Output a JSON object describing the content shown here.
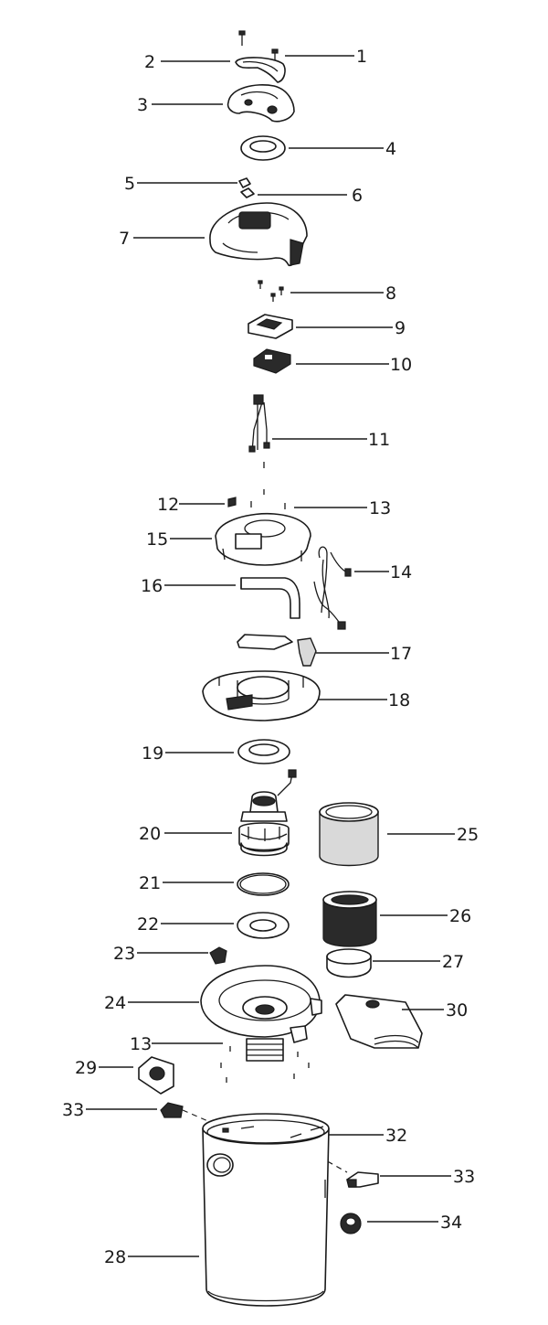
{
  "callouts": [
    {
      "id": "1",
      "text": "1"
    },
    {
      "id": "2",
      "text": "2"
    },
    {
      "id": "3",
      "text": "3"
    },
    {
      "id": "4",
      "text": "4"
    },
    {
      "id": "5",
      "text": "5"
    },
    {
      "id": "6",
      "text": "6"
    },
    {
      "id": "7",
      "text": "7"
    },
    {
      "id": "8",
      "text": "8"
    },
    {
      "id": "9",
      "text": "9"
    },
    {
      "id": "10",
      "text": "10"
    },
    {
      "id": "11",
      "text": "11"
    },
    {
      "id": "12",
      "text": "12"
    },
    {
      "id": "13a",
      "text": "13"
    },
    {
      "id": "14",
      "text": "14"
    },
    {
      "id": "15",
      "text": "15"
    },
    {
      "id": "16",
      "text": "16"
    },
    {
      "id": "17",
      "text": "17"
    },
    {
      "id": "18",
      "text": "18"
    },
    {
      "id": "19",
      "text": "19"
    },
    {
      "id": "20",
      "text": "20"
    },
    {
      "id": "21",
      "text": "21"
    },
    {
      "id": "22",
      "text": "22"
    },
    {
      "id": "23",
      "text": "23"
    },
    {
      "id": "24",
      "text": "24"
    },
    {
      "id": "25",
      "text": "25"
    },
    {
      "id": "26",
      "text": "26"
    },
    {
      "id": "27",
      "text": "27"
    },
    {
      "id": "13b",
      "text": "13"
    },
    {
      "id": "29",
      "text": "29"
    },
    {
      "id": "30",
      "text": "30"
    },
    {
      "id": "33a",
      "text": "33"
    },
    {
      "id": "32",
      "text": "32"
    },
    {
      "id": "33b",
      "text": "33"
    },
    {
      "id": "34",
      "text": "34"
    },
    {
      "id": "28",
      "text": "28"
    }
  ]
}
